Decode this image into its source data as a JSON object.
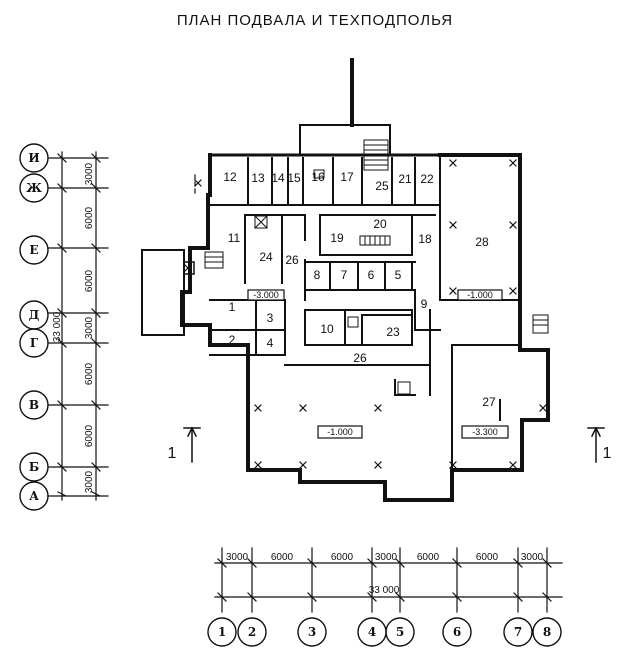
{
  "title": "ПЛАН ПОДВАЛА И ТЕХПОДПОЛЬЯ",
  "section_mark": "1",
  "rows": [
    {
      "id": "И",
      "span": "3000"
    },
    {
      "id": "Ж",
      "span": "6000"
    },
    {
      "id": "Е",
      "span": "6000"
    },
    {
      "id": "Д",
      "span": "3000"
    },
    {
      "id": "Г",
      "span": "6000"
    },
    {
      "id": "В",
      "span": "6000"
    },
    {
      "id": "Б",
      "span": "3000"
    },
    {
      "id": "А",
      "span": ""
    }
  ],
  "row_total": "33 000",
  "columns": [
    {
      "id": "1",
      "span": "3000"
    },
    {
      "id": "2",
      "span": "6000"
    },
    {
      "id": "3",
      "span": "6000"
    },
    {
      "id": "4",
      "span": "3000"
    },
    {
      "id": "5",
      "span": "6000"
    },
    {
      "id": "6",
      "span": "6000"
    },
    {
      "id": "7",
      "span": "3000"
    },
    {
      "id": "8",
      "span": ""
    }
  ],
  "column_total": "33 000",
  "levels": [
    "-3.000",
    "-1.000",
    "-1.000",
    "-3.300"
  ],
  "rooms": [
    "1",
    "2",
    "3",
    "4",
    "5",
    "6",
    "7",
    "8",
    "9",
    "10",
    "11",
    "12",
    "13",
    "14",
    "15",
    "16",
    "17",
    "18",
    "19",
    "20",
    "21",
    "22",
    "23",
    "24",
    "25",
    "26",
    "26",
    "27",
    "28"
  ]
}
